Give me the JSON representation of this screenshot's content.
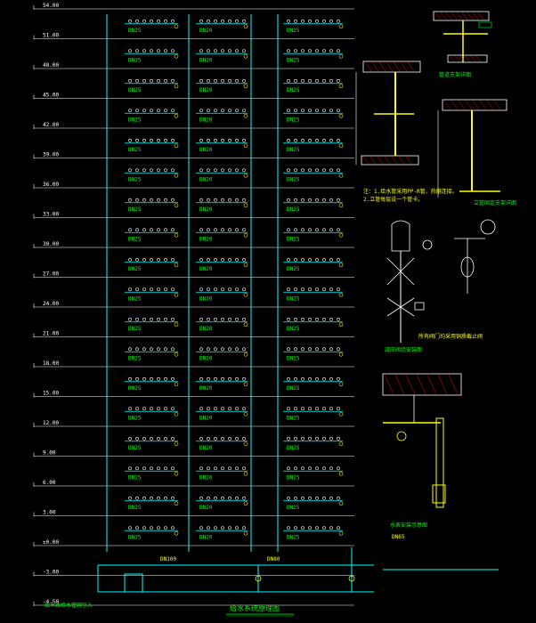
{
  "drawing": {
    "main_title": "给水系统原理图",
    "colors": {
      "background": "#000000",
      "floor_line": "#ffffff",
      "pipe": "#00ffff",
      "fixture": "#ffffff",
      "label": "#00ff00",
      "text": "#ffff00",
      "hatch": "#ff0000"
    },
    "floor_labels": [
      "54.00",
      "51.00",
      "48.00",
      "45.00",
      "42.00",
      "39.00",
      "36.00",
      "33.00",
      "30.00",
      "27.00",
      "24.00",
      "21.00",
      "18.00",
      "15.00",
      "12.00",
      "9.00",
      "6.00",
      "3.00",
      "±0.00",
      "-3.00",
      "-4.50"
    ],
    "branch_labels": [
      "DN25",
      "DN20",
      "DN25"
    ],
    "details": {
      "detail_1": "管道支架详图",
      "detail_2": "立管固定支架详图",
      "detail_3": "减压阀组安装图",
      "detail_4": "水表安装示意图",
      "note_1": "注：1.给水管采用PP-R管，热熔连接。",
      "note_2": "2.立管每层设一个管卡。",
      "note_3": "所有阀门均采用铜质截止阀"
    },
    "basement": {
      "inlet_note": "由市政给水管网引入",
      "pipe_label_1": "DN100",
      "pipe_label_2": "DN80",
      "pipe_label_3": "DN65"
    }
  }
}
